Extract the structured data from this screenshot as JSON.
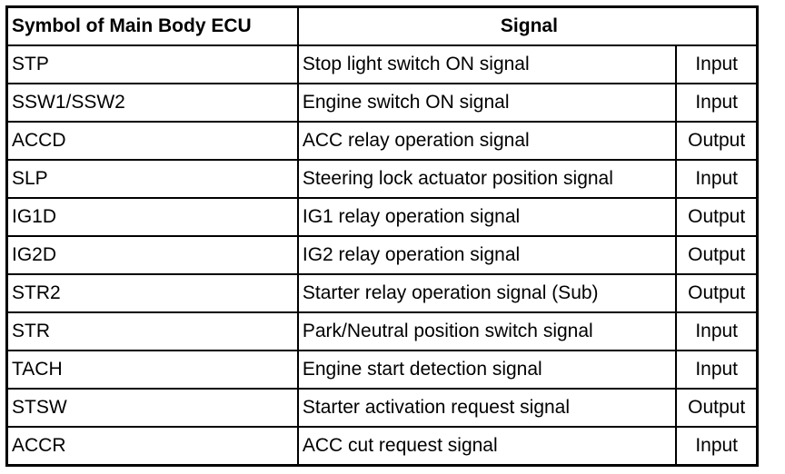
{
  "table": {
    "headers": {
      "symbol": "Symbol of Main Body ECU",
      "signal": "Signal"
    },
    "rows": [
      {
        "symbol": "STP",
        "signal": "Stop light switch ON signal",
        "direction": "Input"
      },
      {
        "symbol": "SSW1/SSW2",
        "signal": "Engine switch ON signal",
        "direction": "Input"
      },
      {
        "symbol": "ACCD",
        "signal": "ACC relay operation signal",
        "direction": "Output"
      },
      {
        "symbol": "SLP",
        "signal": "Steering lock actuator position signal",
        "direction": "Input"
      },
      {
        "symbol": "IG1D",
        "signal": "IG1 relay operation signal",
        "direction": "Output"
      },
      {
        "symbol": "IG2D",
        "signal": "IG2 relay operation signal",
        "direction": "Output"
      },
      {
        "symbol": "STR2",
        "signal": "Starter relay operation signal (Sub)",
        "direction": "Output"
      },
      {
        "symbol": "STR",
        "signal": "Park/Neutral position switch signal",
        "direction": "Input"
      },
      {
        "symbol": "TACH",
        "signal": "Engine start detection signal",
        "direction": "Input"
      },
      {
        "symbol": "STSW",
        "signal": "Starter activation request signal",
        "direction": "Output"
      },
      {
        "symbol": "ACCR",
        "signal": "ACC cut request signal",
        "direction": "Input"
      }
    ]
  }
}
